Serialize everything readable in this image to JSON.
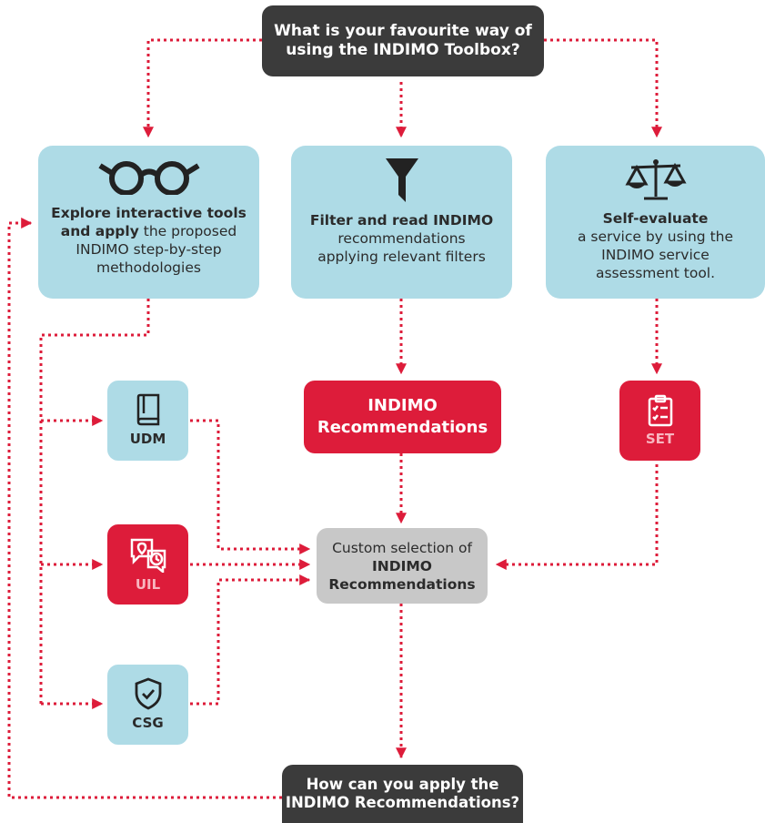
{
  "question_top": {
    "line1": "What is your favourite way of",
    "line2": "using the INDIMO Toolbox?"
  },
  "explore": {
    "icon": "glasses-icon",
    "bold": "Explore interactive tools",
    "line2_bold": "and apply",
    "line2_rest": " the proposed",
    "line3": "INDIMO step-by-step",
    "line4": "methodologies"
  },
  "filter": {
    "icon": "funnel-icon",
    "line1": "Filter and read INDIMO",
    "line2": "recommendations",
    "line3": "applying relevant filters"
  },
  "self_eval": {
    "icon": "scales-icon",
    "line1": "Self-evaluate",
    "line2": "a service by using the",
    "line3": "INDIMO service",
    "line4": "assessment tool."
  },
  "indimo_recs": {
    "line1": "INDIMO",
    "line2": "Recommendations"
  },
  "custom": {
    "line1": "Custom selection of",
    "line2": "INDIMO",
    "line3": "Recommendations"
  },
  "tools": {
    "udm": {
      "label": "UDM",
      "icon": "book-icon"
    },
    "uil": {
      "label": "UIL",
      "icon": "chat-location-clock-icon"
    },
    "csg": {
      "label": "CSG",
      "icon": "shield-check-icon"
    },
    "set": {
      "label": "SET",
      "icon": "clipboard-checklist-icon"
    }
  },
  "question_bottom": {
    "line1": "How can you apply the",
    "line2": "INDIMO Recommendations?"
  },
  "colors": {
    "dark": "#3b3b3b",
    "blue": "#aedbe6",
    "red": "#dd1c3a",
    "grey": "#c8c8c8",
    "arrow": "#dd1c3a"
  }
}
